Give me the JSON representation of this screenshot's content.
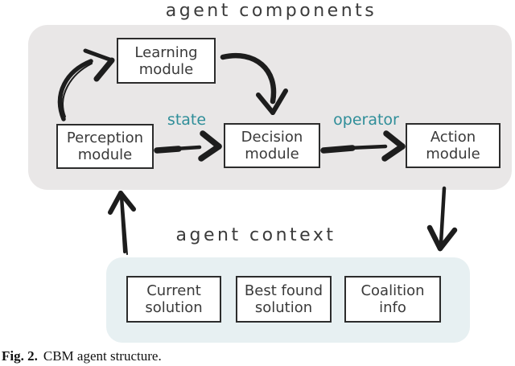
{
  "titles": {
    "components": "agent components",
    "context": "agent context"
  },
  "modules": {
    "learning": {
      "line1": "Learning",
      "line2": "module"
    },
    "perception": {
      "line1": "Perception",
      "line2": "module"
    },
    "decision": {
      "line1": "Decision",
      "line2": "module"
    },
    "action": {
      "line1": "Action",
      "line2": "module"
    }
  },
  "edge_labels": {
    "state": "state",
    "operator": "operator"
  },
  "context_boxes": {
    "current": {
      "line1": "Current",
      "line2": "solution"
    },
    "best": {
      "line1": "Best found",
      "line2": "solution"
    },
    "coalition": {
      "line1": "Coalition",
      "line2": "info"
    }
  },
  "caption": {
    "label": "Fig. 2.",
    "text": "CBM agent structure."
  },
  "colors": {
    "components_panel_bg": "#e9e7e7",
    "context_panel_bg": "#e7f0f2",
    "edge_label_teal": "#2f8e99",
    "arrow_ink": "#1d1d1d",
    "box_border": "#2c2c2c"
  }
}
